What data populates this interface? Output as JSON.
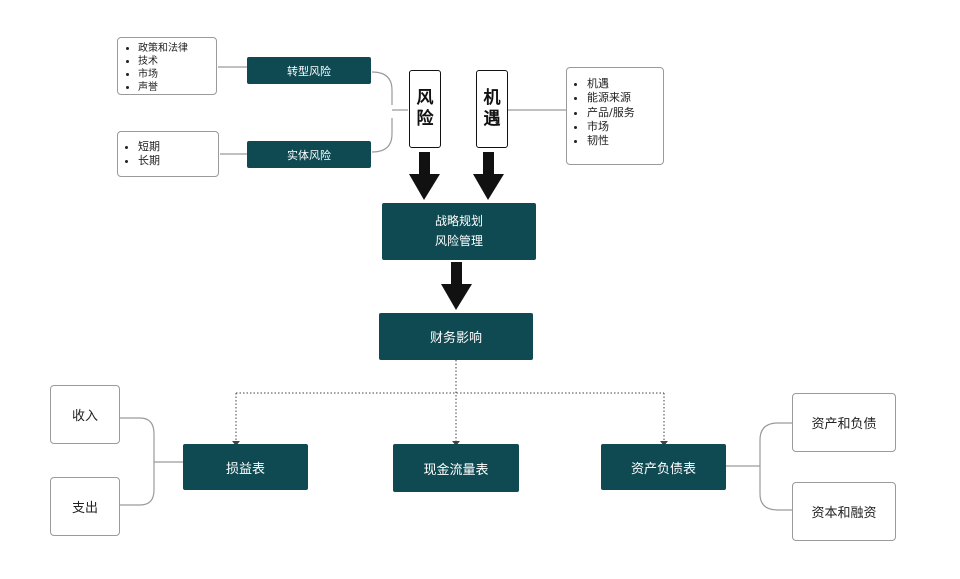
{
  "risk": {
    "label_chars": [
      "风",
      "险"
    ],
    "transition": {
      "label": "转型风险",
      "items": [
        "政策和法律",
        "技术",
        "市场",
        "声誉"
      ]
    },
    "physical": {
      "label": "实体风险",
      "items": [
        "短期",
        "长期"
      ]
    }
  },
  "opportunity": {
    "label_chars": [
      "机",
      "遇"
    ],
    "items": [
      "机遇",
      "能源来源",
      "产品/服务",
      "市场",
      "韧性"
    ]
  },
  "strategy": {
    "line1": "战略规划",
    "line2": "风险管理"
  },
  "financial_impact": "财务影响",
  "statements": {
    "income": "损益表",
    "cashflow": "现金流量表",
    "balance": "资产负债表"
  },
  "income_items": [
    "收入",
    "支出"
  ],
  "balance_items": [
    "资产和负债",
    "资本和融资"
  ],
  "colors": {
    "teal": "#0f4a52",
    "arrow": "#111111",
    "connector": "#9a9a9a"
  }
}
